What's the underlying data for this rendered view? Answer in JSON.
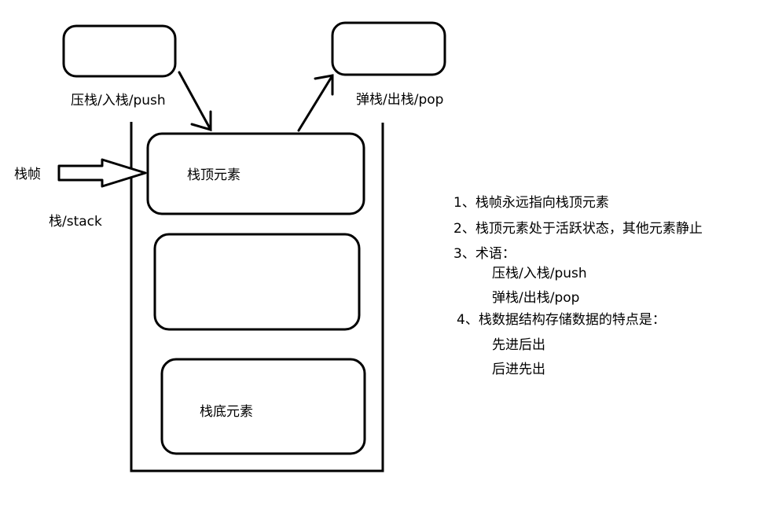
{
  "diagram": {
    "push_label": "压栈/入栈/push",
    "pop_label": "弹栈/出栈/pop",
    "frame_label": "栈帧",
    "stack_label": "栈/stack",
    "top_element_label": "栈顶元素",
    "bottom_element_label": "栈底元素"
  },
  "notes": {
    "line1": "1、栈帧永远指向栈顶元素",
    "line2": "2、栈顶元素处于活跃状态，其他元素静止",
    "line3": "3、术语：",
    "line3a": "压栈/入栈/push",
    "line3b": "弹栈/出栈/pop",
    "line4": "4、栈数据结构存储数据的特点是：",
    "line4a": "先进后出",
    "line4b": "后进先出"
  }
}
